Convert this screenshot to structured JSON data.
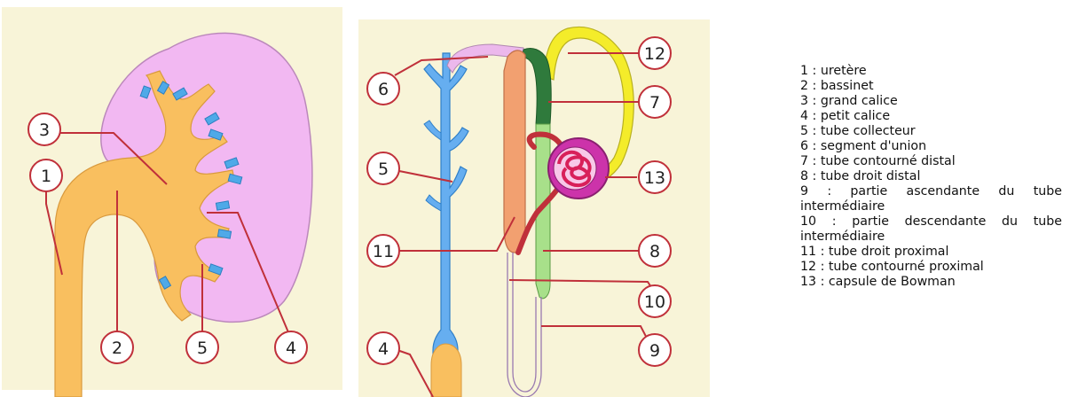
{
  "kidney_labels": [
    "1",
    "2",
    "3",
    "4",
    "5"
  ],
  "nephron_labels": [
    "4",
    "5",
    "6",
    "7",
    "8",
    "9",
    "10",
    "11",
    "12",
    "13"
  ],
  "legend": [
    "1 : uretère",
    "2 : bassinet",
    "3 : grand calice",
    "4 : petit calice",
    "5 : tube collecteur",
    "6 : segment d'union",
    "7 : tube contourné distal",
    "8 : tube droit distal",
    "9 :  partie  ascendante  du tube intermédiaire",
    "10 :  partie  descendante  du tube intermédiaire",
    "11 : tube droit proximal",
    "12 : tube contourné proximal",
    "13 : capsule de Bowman"
  ],
  "colors": {
    "kidney_bg": "#f8f4d8",
    "cortex": "#f2b8f2",
    "pelvis": "#f9bf5f",
    "calyx_tip": "#4fa9e8",
    "callout": "#c0303a",
    "collecting_duct": "#66aef0",
    "connecting_segment": "#ecb8ec",
    "distal_convoluted": "#2f7a3c",
    "distal_straight": "#a8e08a",
    "loop": "#ffffff",
    "proximal_straight": "#f2a070",
    "proximal_convoluted": "#f4ec2a",
    "glomerulus": "#d8205a",
    "bowman": "#cc33aa"
  }
}
